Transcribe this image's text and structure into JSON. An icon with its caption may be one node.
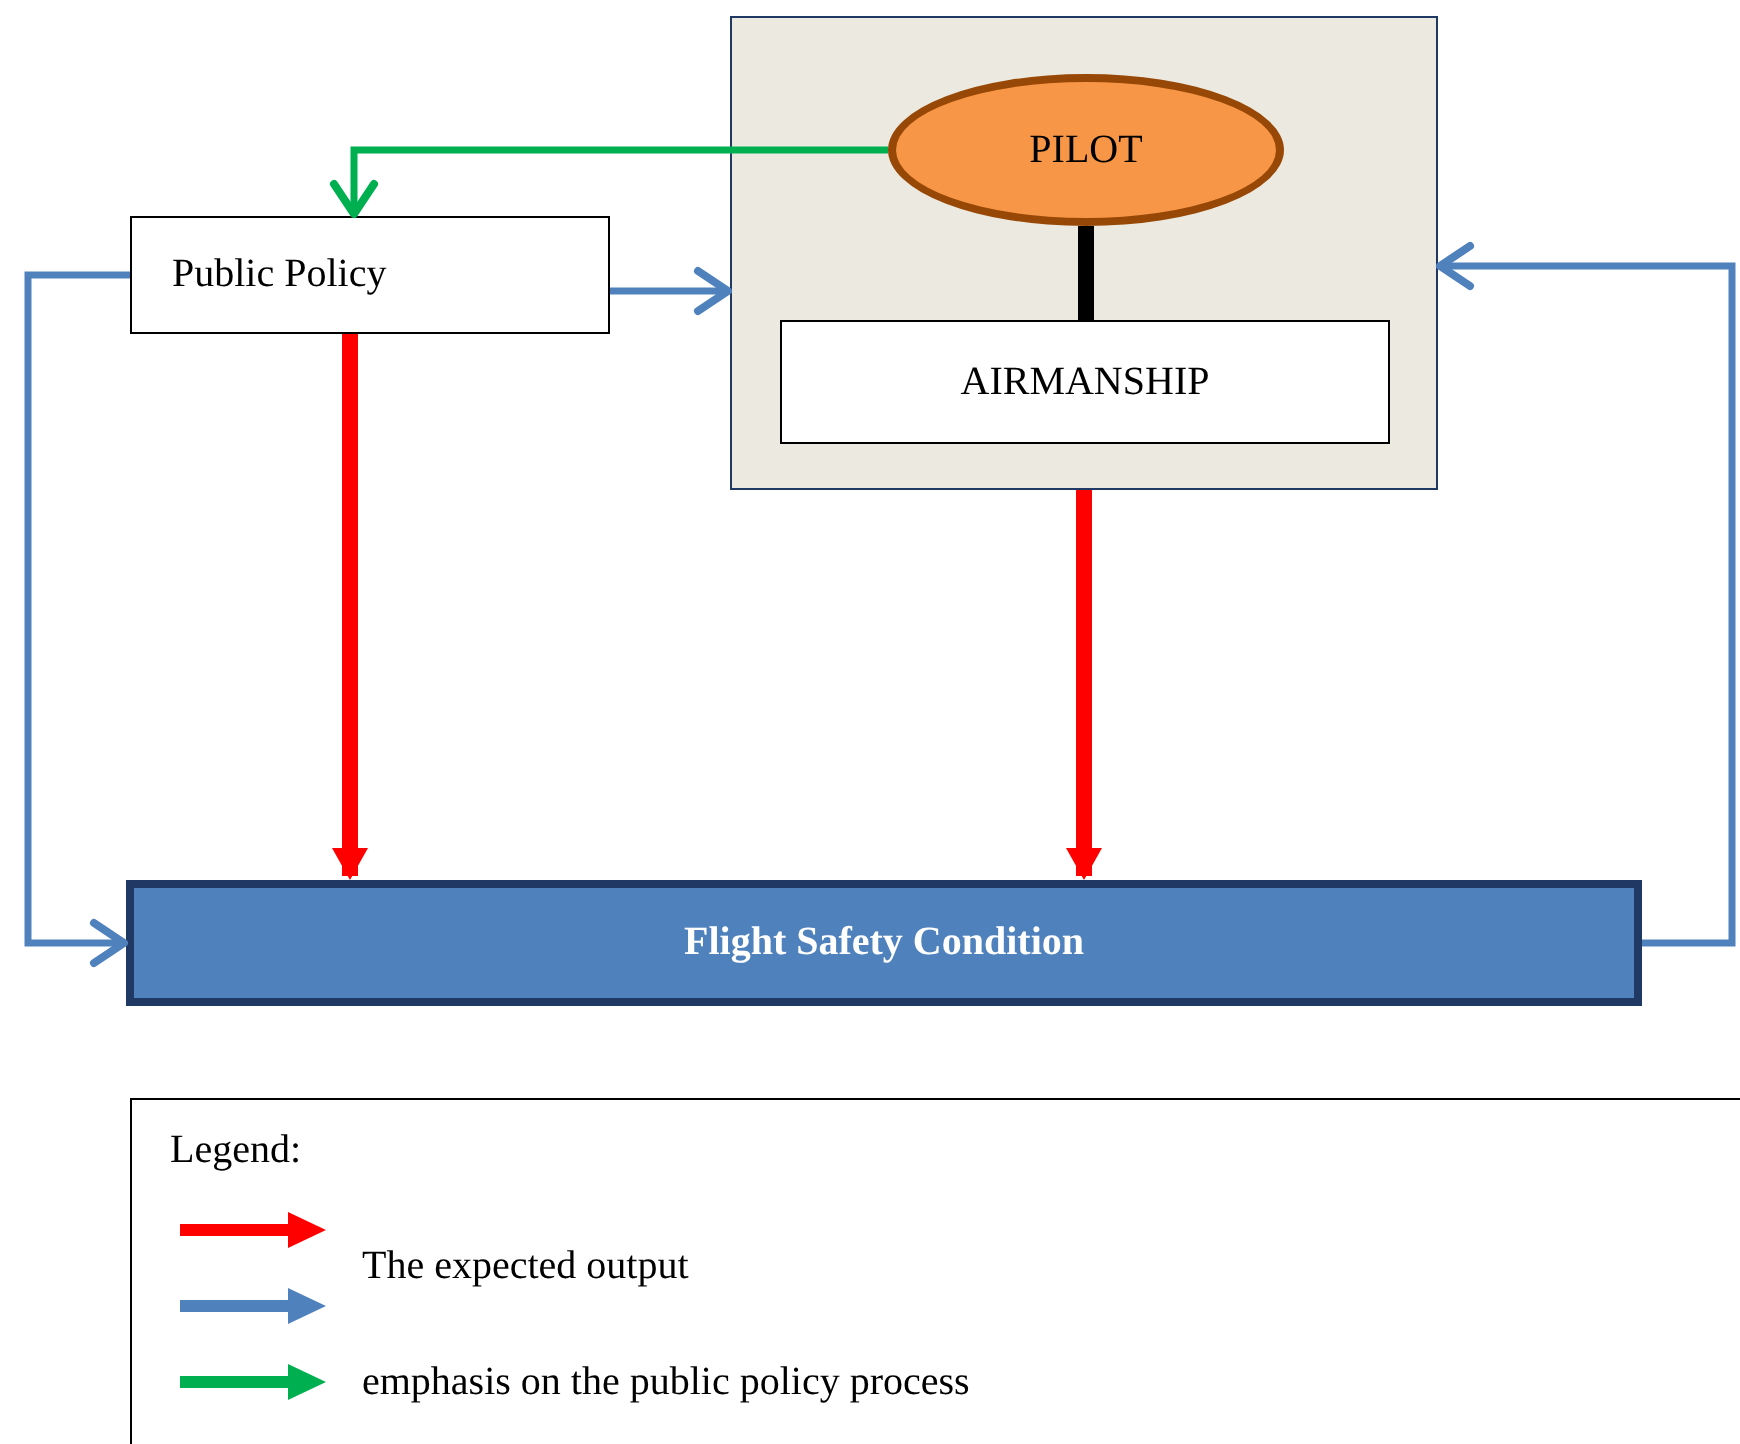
{
  "diagram": {
    "nodes": [
      {
        "text": [
          "Public Policy"
        ]
      },
      {
        "text": [],
        "shape": "box"
      },
      {
        "text": [
          "PILOT"
        ],
        "in": 1
      },
      {
        "text": [
          "AIRMANSHIP"
        ],
        "in": 1
      },
      {
        "text": [
          "Flight Safety Condition"
        ]
      }
    ],
    "edges": [
      {
        "from": 2,
        "to": 0,
        "arrow": "to",
        "color": "#00b050"
      },
      {
        "from": 0,
        "to": 1,
        "arrow": "to"
      },
      {
        "from": 2,
        "to": 3,
        "arrow": "none",
        "style": "thick",
        "color": "#000000"
      },
      {
        "from": 0,
        "to": 4,
        "arrow": "to",
        "style": "thick",
        "color": "#ff0000"
      },
      {
        "from": 1,
        "to": 4,
        "arrow": "to",
        "style": "thick",
        "color": "#ff0000"
      },
      {
        "from": 0,
        "to": 4,
        "arrow": "to"
      },
      {
        "from": 4,
        "to": 1,
        "arrow": "to"
      }
    ],
    "labels": [
      "Legend:"
    ],
    "legend": [
      {
        "text": "The expected output",
        "color": "#ff0000"
      },
      {
        "text": "emphasis on the public policy process",
        "color": "#00b050"
      }
    ]
  }
}
